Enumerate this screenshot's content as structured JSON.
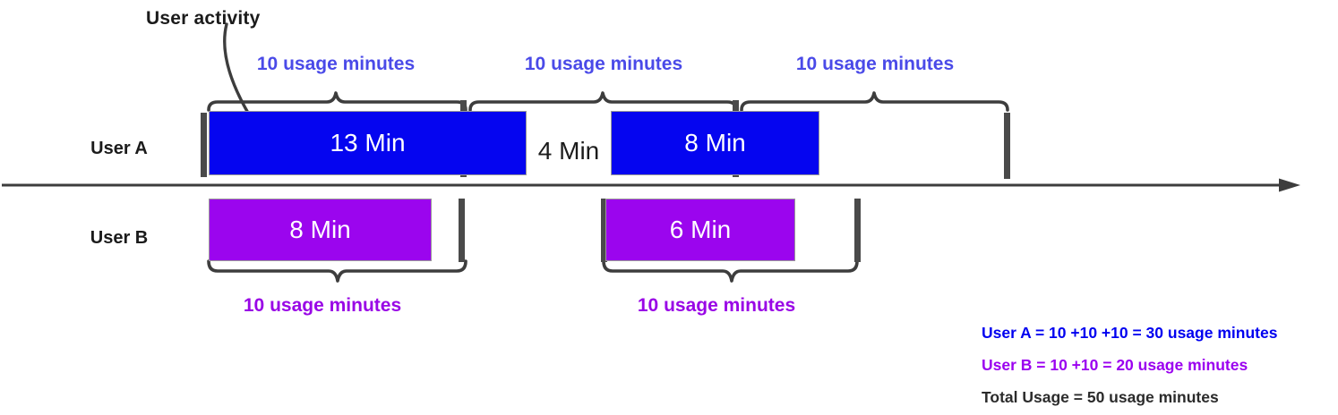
{
  "annotation": {
    "label": "User activity"
  },
  "colors": {
    "bar-blue": "#0505f0",
    "bar-purple": "#9b05ee",
    "label-blue": "#4a4ae8",
    "label-purple": "#9906e6",
    "summary-blue": "#0000f0",
    "summary-purple": "#9b00f0",
    "ink": "#3d3d3d",
    "tick": "#4a4a4a",
    "text-black": "#1b1b1b"
  },
  "top_braces": [
    {
      "label": "10 usage minutes"
    },
    {
      "label": "10 usage minutes"
    },
    {
      "label": "10 usage minutes"
    }
  ],
  "bottom_braces": [
    {
      "label": "10 usage minutes"
    },
    {
      "label": "10 usage minutes"
    }
  ],
  "rows": [
    {
      "label": "User A",
      "bars": [
        {
          "label": "13 Min"
        },
        {
          "label": "8 Min"
        }
      ],
      "gap_label": "4 Min"
    },
    {
      "label": "User B",
      "bars": [
        {
          "label": "8 Min"
        },
        {
          "label": "6 Min"
        }
      ]
    }
  ],
  "summary": {
    "user_a": "User A = 10 +10 +10 = 30 usage minutes",
    "user_b": "User B = 10 +10 = 20 usage minutes",
    "total": "Total Usage = 50 usage minutes"
  }
}
